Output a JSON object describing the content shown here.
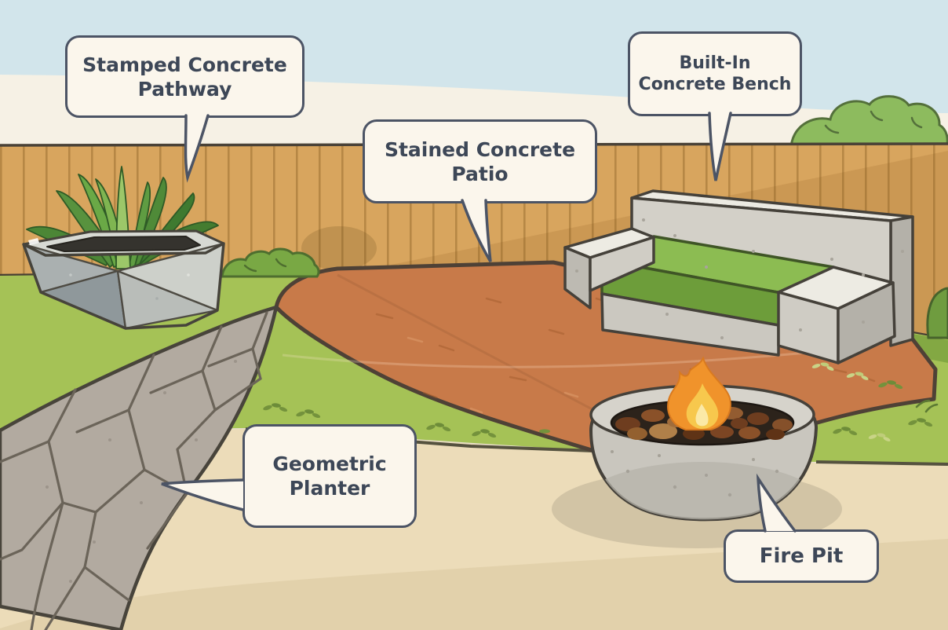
{
  "labels": {
    "pathway": {
      "lines": [
        "Stamped Concrete",
        "Pathway"
      ]
    },
    "patio": {
      "lines": [
        "Stained Concrete",
        "Patio"
      ]
    },
    "bench": {
      "lines": [
        "Built-In",
        "Concrete Bench"
      ]
    },
    "planter": {
      "lines": [
        "Geometric",
        "Planter"
      ]
    },
    "firepit": {
      "lines": [
        "Fire Pit"
      ]
    }
  },
  "scene": {
    "objects": [
      "sky",
      "clouds",
      "wooden-fence",
      "bushes",
      "lawn",
      "stamped-concrete-pathway",
      "stained-concrete-patio",
      "geometric-planter",
      "agave-plant",
      "built-in-concrete-bench",
      "green-seat-cushion",
      "concrete-fire-pit",
      "lava-rocks",
      "flame",
      "sandy-foreground"
    ]
  },
  "colors": {
    "sky": "#d2e5eb",
    "cloud": "#f6f1e5",
    "fence": "#d8a55e",
    "fence_plank_line": "#a87b3c",
    "grass": "#a5c256",
    "patio": "#c87a49",
    "pathway": "#b2aaa0",
    "foreground": "#ecdcb9",
    "foreground_dark": "#e2d1ab",
    "concrete_light": "#edebe3",
    "concrete_mid": "#cfccc4",
    "concrete_dark": "#b4b1a9",
    "cushion_top": "#8cbc52",
    "cushion_side": "#6d9d3a",
    "flame_outer": "#f0932b",
    "flame_inner": "#f7c84d",
    "flame_core": "#fbe9a6",
    "soil": "#35332e",
    "label_bg": "#fbf6ec",
    "label_border": "#4c5465",
    "label_text": "#3d4757",
    "outline": "#45413a"
  }
}
